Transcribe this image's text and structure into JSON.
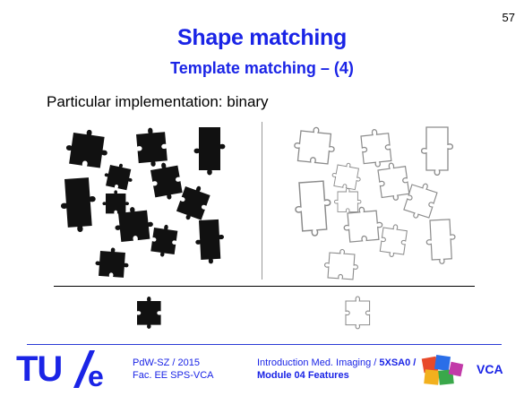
{
  "slide": {
    "page_number": "57",
    "title": "Shape matching",
    "subtitle": "Template matching – (4)",
    "lead_text": "Particular implementation: binary"
  },
  "footer": {
    "logo_text_tu": "TU",
    "logo_text_e": "e",
    "author_line1": "PdW-SZ / 2015",
    "author_line2": "Fac. EE  SPS-VCA",
    "course_prefix": "Introduction Med. Imaging / ",
    "course_code": "5XSA0 /",
    "module": "Module 04 Features",
    "group_logo_text": "VCA"
  },
  "colors": {
    "accent_blue": "#1a24e6",
    "puzzle_fill": "#111111",
    "outline_gray": "#8c8c8c"
  }
}
